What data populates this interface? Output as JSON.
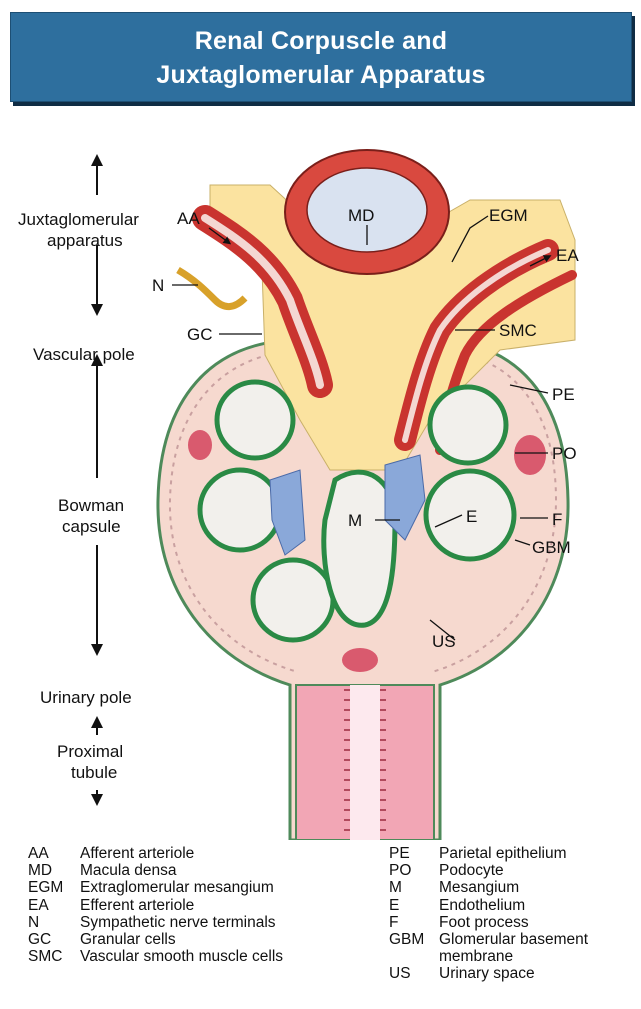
{
  "title": {
    "line1": "Renal Corpuscle and",
    "line2": "Juxtaglomerular Apparatus"
  },
  "side_labels": {
    "juxtaglomerular_1": "Juxtaglomerular",
    "juxtaglomerular_2": "apparatus",
    "vascular_pole": "Vascular pole",
    "bowman_1": "Bowman",
    "bowman_2": "capsule",
    "urinary_pole": "Urinary pole",
    "proximal_1": "Proximal",
    "proximal_2": "tubule"
  },
  "callouts": {
    "AA": "AA",
    "MD": "MD",
    "EGM": "EGM",
    "EA": "EA",
    "N": "N",
    "GC": "GC",
    "SMC": "SMC",
    "PE": "PE",
    "PO": "PO",
    "F": "F",
    "GBM": "GBM",
    "M": "M",
    "E": "E",
    "US": "US"
  },
  "legend_left": [
    {
      "abbr": "AA",
      "text": "Afferent arteriole"
    },
    {
      "abbr": "MD",
      "text": "Macula densa"
    },
    {
      "abbr": "EGM",
      "text": "Extraglomerular mesangium"
    },
    {
      "abbr": "EA",
      "text": "Efferent arteriole"
    },
    {
      "abbr": "N",
      "text": "Sympathetic nerve terminals"
    },
    {
      "abbr": "GC",
      "text": "Granular cells"
    },
    {
      "abbr": "SMC",
      "text": "Vascular smooth muscle cells"
    }
  ],
  "legend_right": [
    {
      "abbr": "PE",
      "text": "Parietal epithelium"
    },
    {
      "abbr": "PO",
      "text": "Podocyte"
    },
    {
      "abbr": "M",
      "text": "Mesangium"
    },
    {
      "abbr": "E",
      "text": "Endothelium"
    },
    {
      "abbr": "F",
      "text": "Foot process"
    },
    {
      "abbr": "GBM",
      "text": "Glomerular basement"
    },
    {
      "abbr": "",
      "text": "membrane"
    },
    {
      "abbr": "US",
      "text": "Urinary space"
    }
  ],
  "colors": {
    "banner": "#2e6f9e",
    "capsule_fill": "#f6d9cf",
    "interstitium": "#fbe3a0",
    "vessel_wall": "#c9342f",
    "gbm": "#2a8a45",
    "mesangium": "#8aa8d9",
    "lumen": "#f2f0ec",
    "tubule": "#f2a6b5",
    "macula_densa": "#d9e2f0"
  }
}
